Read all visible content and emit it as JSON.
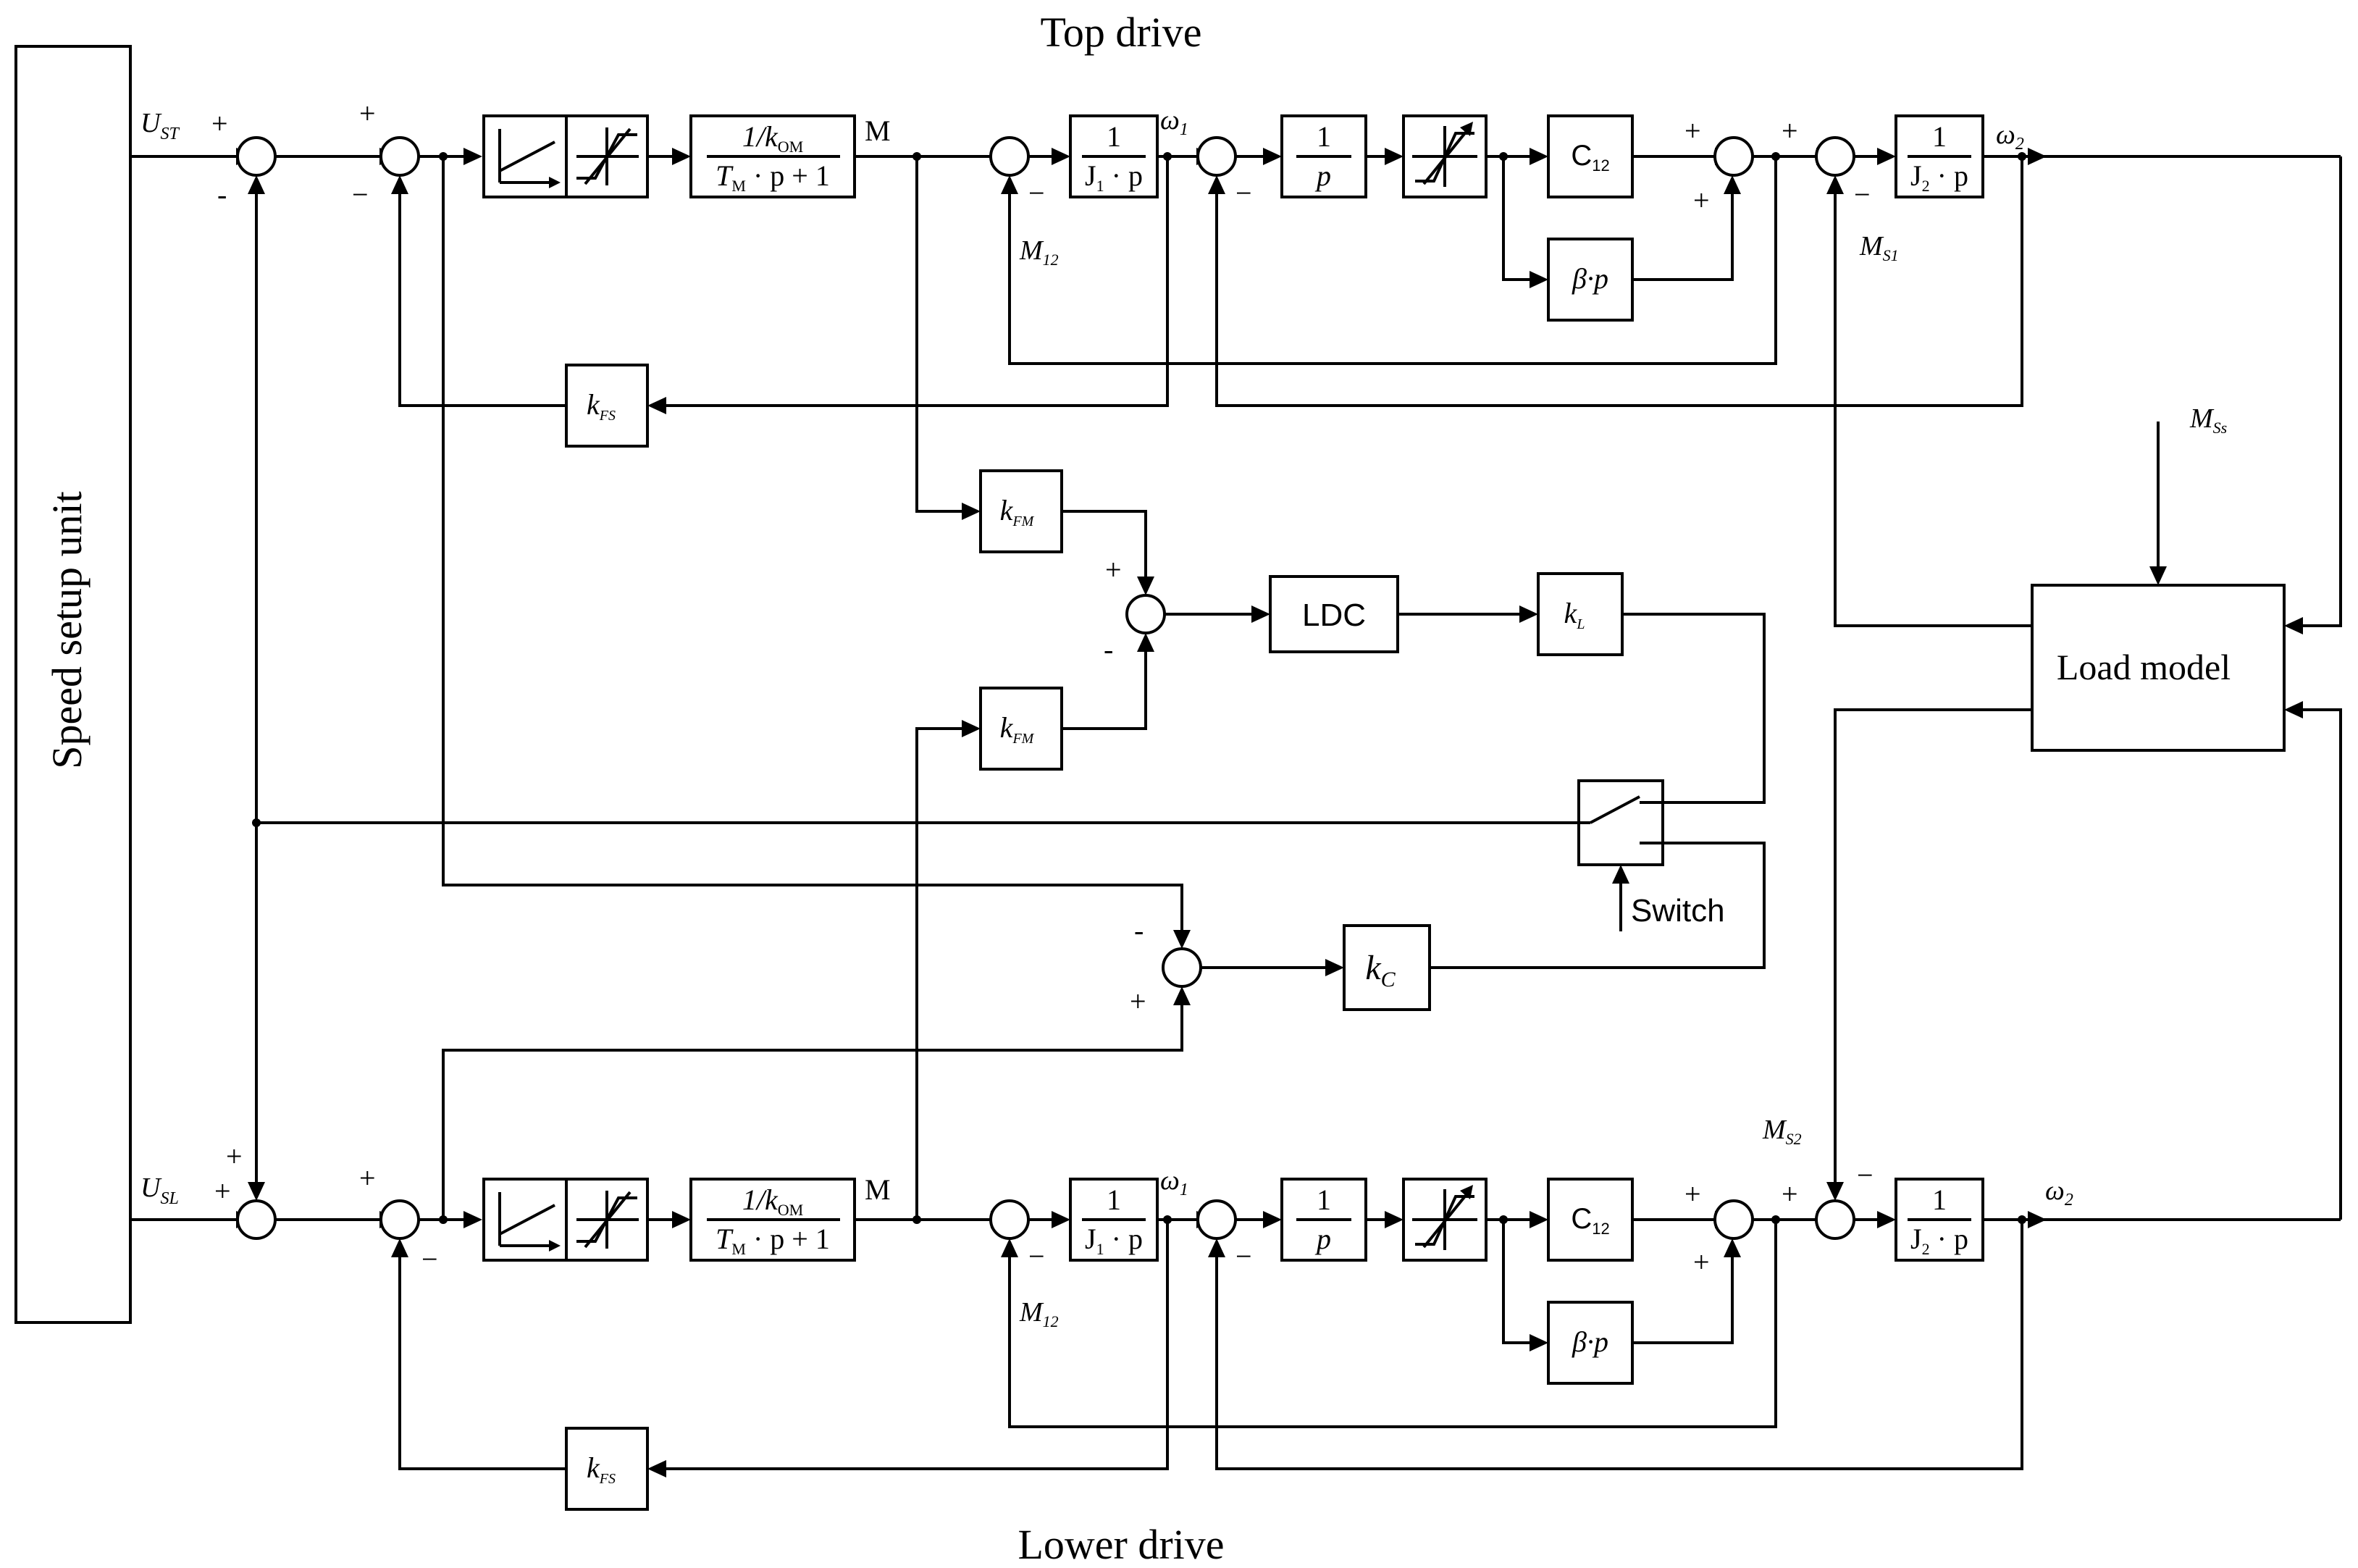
{
  "labels": {
    "top_title": "Top drive",
    "lower_title": "Lower drive",
    "speed_setup": "Speed setup unit",
    "ust": "U",
    "ust_sub": "ST",
    "usl": "U",
    "usl_sub": "SL",
    "m": "M",
    "omega1": "ω",
    "omega1_sub": "1",
    "omega2": "ω",
    "omega2_sub": "2",
    "m12": "M",
    "m12_sub": "12",
    "ms1": "M",
    "ms1_sub": "S1",
    "ms2": "M",
    "ms2_sub": "S2",
    "mss": "M",
    "mss_sub": "Ss",
    "load_model": "Load model",
    "ldc": "LDC",
    "switch": "Switch"
  },
  "blocks": {
    "inertia1_num": "1",
    "inertia1_den": "J",
    "inertia1_den_sub": "1",
    "inertia1_den_tail": " · p",
    "integrator_num": "1",
    "integrator_den": "p",
    "c12": "C",
    "c12_sub": "12",
    "beta_p": "β·p",
    "inertia2_num": "1",
    "inertia2_den": "J",
    "inertia2_den_sub": "2",
    "inertia2_den_tail": " · p",
    "motor_num_a": "1/k",
    "motor_num_sub": "OM",
    "motor_den_a": "T",
    "motor_den_sub": "M",
    "motor_den_tail": " · p + 1",
    "kfs": "k",
    "kfs_sub": "FS",
    "kfm": "k",
    "kfm_sub": "FM",
    "kl": "k",
    "kl_sub": "L",
    "kc": "k",
    "kc_sub": "C"
  },
  "signs": {
    "plus": "+",
    "minus": "-",
    "dash": "−"
  }
}
